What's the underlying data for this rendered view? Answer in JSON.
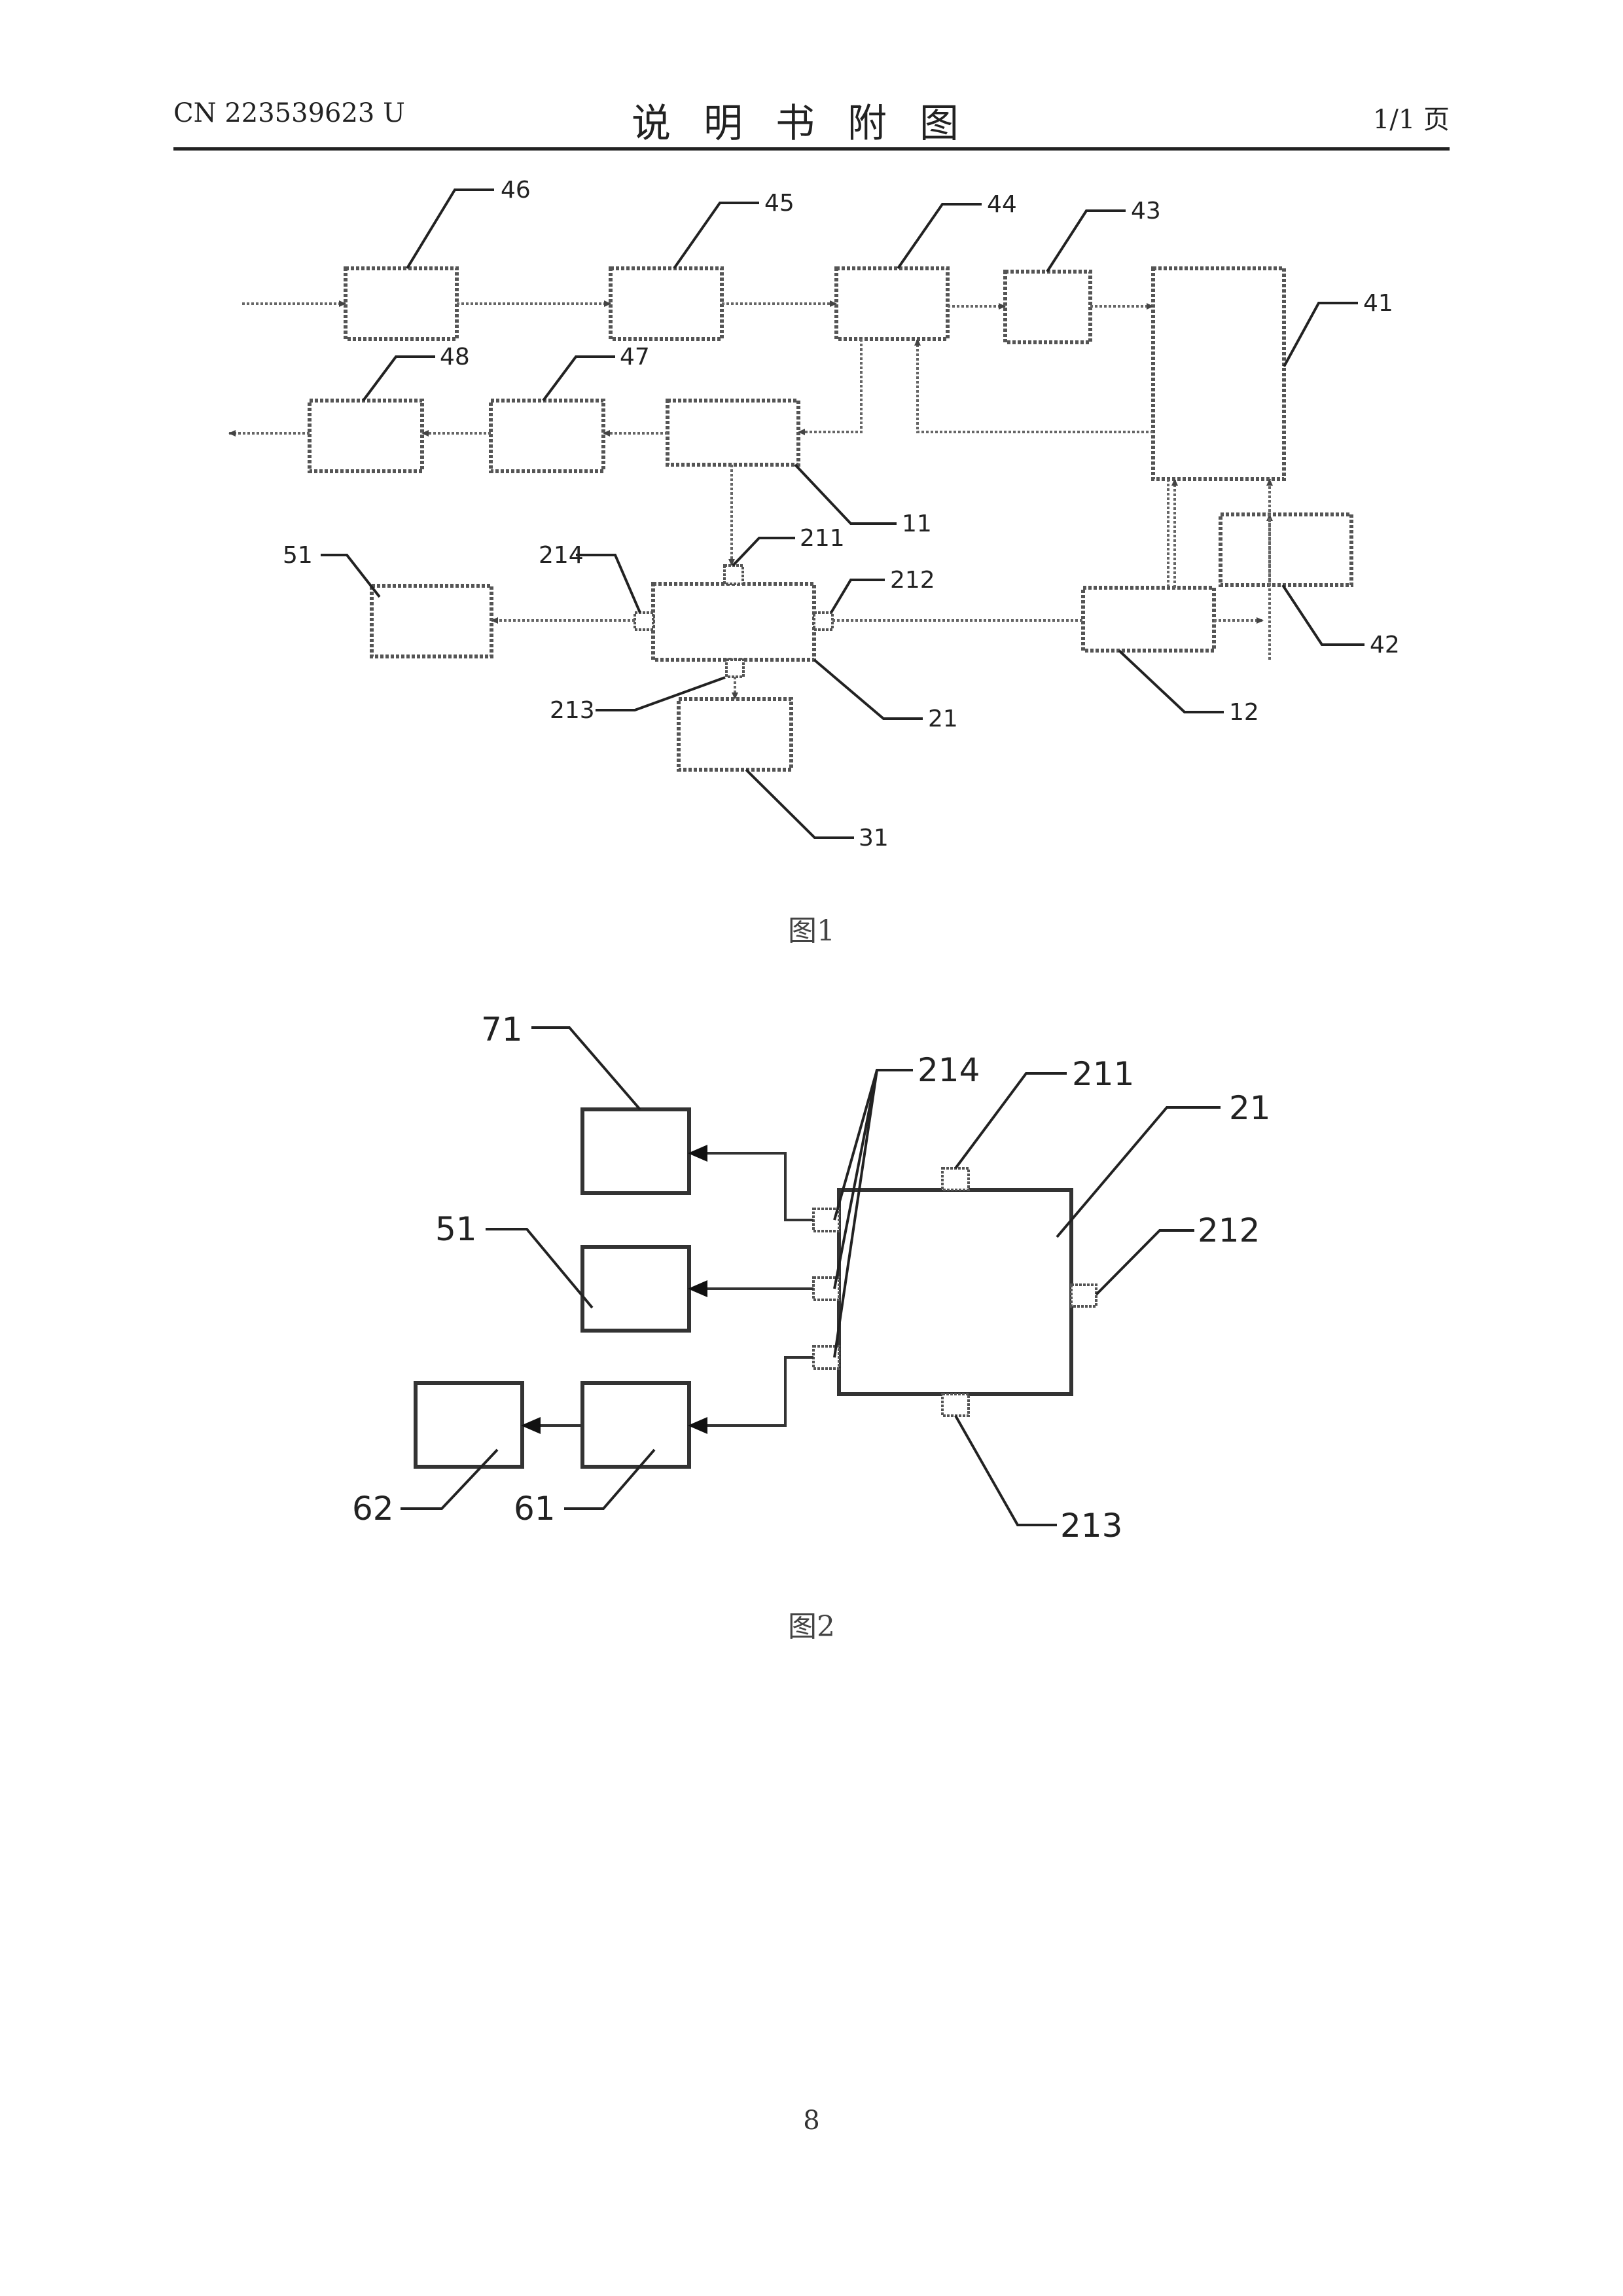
{
  "header": {
    "patent_no": "CN 223539623 U",
    "title": "说明书附图",
    "page_count": "1/1 页"
  },
  "figure1": {
    "caption": "图1",
    "labels": {
      "b46": "46",
      "b45": "45",
      "b44": "44",
      "b43": "43",
      "b41": "41",
      "b48": "48",
      "b47": "47",
      "b11": "11",
      "b42": "42",
      "b51": "51",
      "p214": "214",
      "p211": "211",
      "p212": "212",
      "b12": "12",
      "p213": "213",
      "b21": "21",
      "b31": "31"
    }
  },
  "figure2": {
    "caption": "图2",
    "labels": {
      "b71": "71",
      "p214": "214",
      "p211": "211",
      "b21": "21",
      "b51": "51",
      "p212": "212",
      "b62": "62",
      "b61": "61",
      "p213": "213"
    }
  },
  "footer": {
    "page_number": "8"
  }
}
